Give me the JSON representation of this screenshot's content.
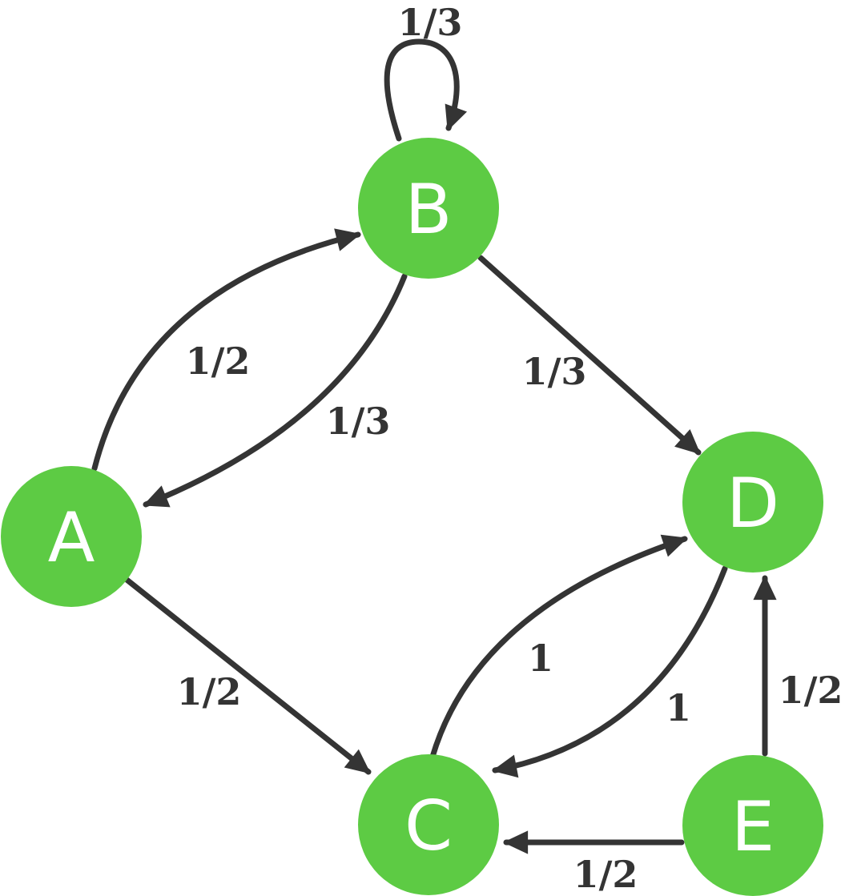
{
  "diagram": {
    "kind": "markov-chain-state-diagram",
    "colors": {
      "background": "#ffffff",
      "node_fill": "#5dcb44",
      "node_text": "#ffffff",
      "edge": "#343434",
      "label": "#343434"
    },
    "nodes": [
      {
        "id": "A",
        "label": "A"
      },
      {
        "id": "B",
        "label": "B"
      },
      {
        "id": "C",
        "label": "C"
      },
      {
        "id": "D",
        "label": "D"
      },
      {
        "id": "E",
        "label": "E"
      }
    ],
    "edges": [
      {
        "from": "B",
        "to": "B",
        "label": "1/3"
      },
      {
        "from": "A",
        "to": "B",
        "label": "1/2"
      },
      {
        "from": "B",
        "to": "A",
        "label": "1/3"
      },
      {
        "from": "B",
        "to": "D",
        "label": "1/3"
      },
      {
        "from": "A",
        "to": "C",
        "label": "1/2"
      },
      {
        "from": "C",
        "to": "D",
        "label": "1"
      },
      {
        "from": "D",
        "to": "C",
        "label": "1"
      },
      {
        "from": "E",
        "to": "D",
        "label": "1/2"
      },
      {
        "from": "E",
        "to": "C",
        "label": "1/2"
      }
    ]
  }
}
